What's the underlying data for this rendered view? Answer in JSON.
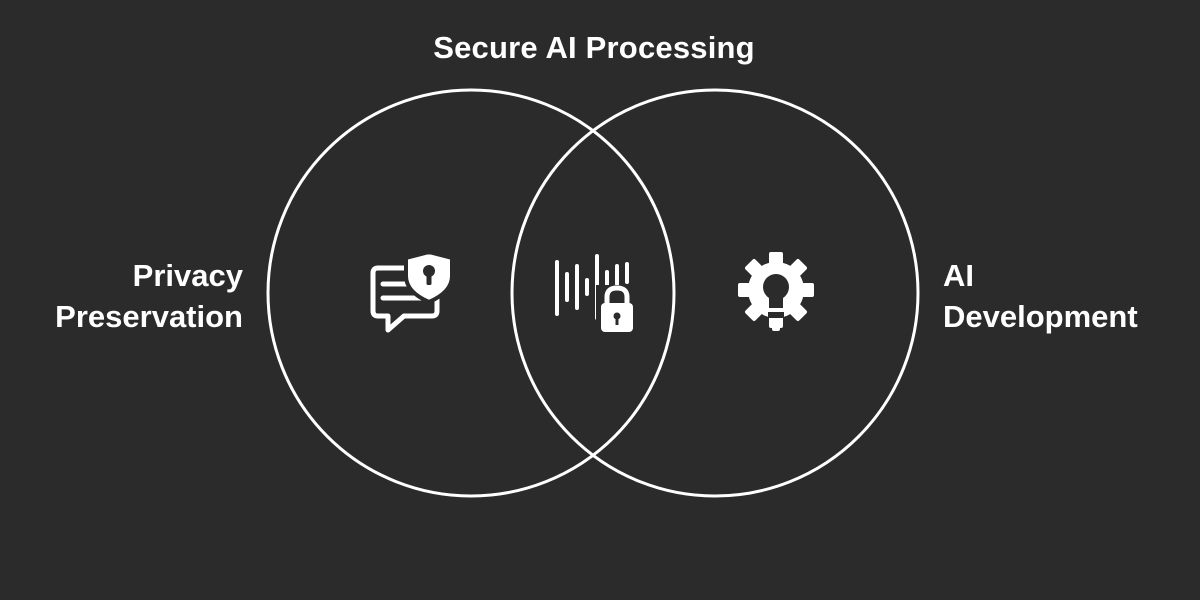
{
  "diagram": {
    "title": "Secure AI Processing",
    "left_set": {
      "line1": "Privacy",
      "line2": "Preservation",
      "icon": "secure-chat-icon"
    },
    "right_set": {
      "line1": "AI",
      "line2": "Development",
      "icon": "gear-bulb-icon"
    },
    "intersection": {
      "icon": "locked-audio-icon"
    },
    "colors": {
      "background": "#2b2b2b",
      "stroke": "#ffffff",
      "text": "#ffffff"
    }
  }
}
